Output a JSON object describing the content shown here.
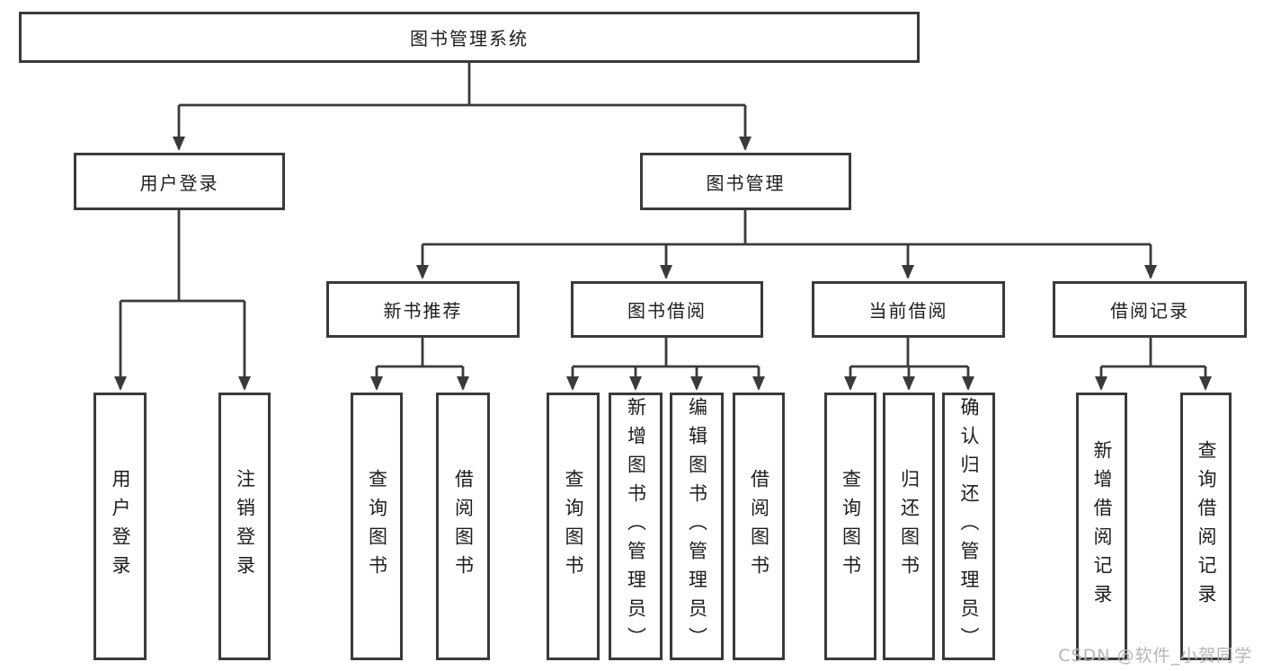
{
  "diagram_title": "图书管理系统",
  "nodes": {
    "root": {
      "label": "图书管理系统"
    },
    "level2": {
      "user_login": {
        "label": "用户登录"
      },
      "book_management": {
        "label": "图书管理"
      }
    },
    "level3": {
      "new_book_recommend": {
        "label": "新书推荐"
      },
      "book_borrowing": {
        "label": "图书借阅"
      },
      "current_borrowing": {
        "label": "当前借阅"
      },
      "borrowing_records": {
        "label": "借阅记录"
      }
    },
    "leaves": {
      "user_login": {
        "label": "用户登录"
      },
      "logout": {
        "label": "注销登录"
      },
      "recommend_query_books": {
        "label": "查询图书"
      },
      "recommend_borrow_books": {
        "label": "借阅图书"
      },
      "borrowing_query_books": {
        "label": "查询图书"
      },
      "borrowing_add_books": {
        "label": "新增图书（管理员）"
      },
      "borrowing_edit_books": {
        "label": "编辑图书（管理员）"
      },
      "borrowing_borrow_books": {
        "label": "借阅图书"
      },
      "current_query_books": {
        "label": "查询图书"
      },
      "current_return_books": {
        "label": "归还图书"
      },
      "current_confirm_return": {
        "label": "确认归还（管理员）"
      },
      "records_add_record": {
        "label": "新增借阅记录"
      },
      "records_query_record": {
        "label": "查询借阅记录"
      }
    }
  },
  "watermark": {
    "text": "CSDN @软件_小贺同学",
    "color": "#b5b5b5"
  },
  "colors": {
    "line": "#3a3a3a",
    "box_border": "#3a3a3a",
    "text": "#1d1d1d",
    "background": "#ffffff"
  }
}
